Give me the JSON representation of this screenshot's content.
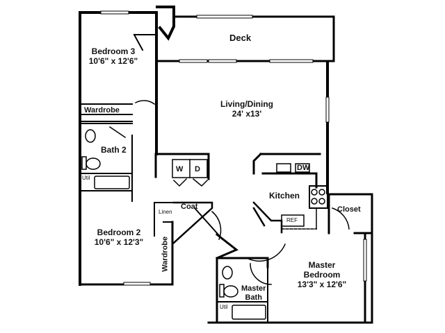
{
  "floor_plan": {
    "rooms": [
      {
        "id": "deck",
        "name": "Deck",
        "dimensions": ""
      },
      {
        "id": "bedroom3",
        "name": "Bedroom 3",
        "dimensions": "10'6\" x 12'6\""
      },
      {
        "id": "living",
        "name": "Living/Dining",
        "dimensions": "24' x13'"
      },
      {
        "id": "bath2",
        "name": "Bath 2",
        "dimensions": ""
      },
      {
        "id": "kitchen",
        "name": "Kitchen",
        "dimensions": ""
      },
      {
        "id": "bedroom2",
        "name": "Bedroom 2",
        "dimensions": "10'6\" x 12'3\""
      },
      {
        "id": "master",
        "name_line1": "Master",
        "name_line2": "Bedroom",
        "dimensions": "13'3\" x 12'6\""
      },
      {
        "id": "masterbath",
        "name_line1": "Master",
        "name_line2": "Bath"
      },
      {
        "id": "closet",
        "name": "Closet"
      },
      {
        "id": "coat",
        "name": "Coat"
      },
      {
        "id": "linen",
        "name": "Linen"
      }
    ],
    "fixtures": {
      "wardrobe_top": "Wardrobe",
      "wardrobe_side": "Wardrobe",
      "washer": "W",
      "dryer": "D",
      "dishwasher": "DW",
      "refrigerator": "REF",
      "util_bath2": "Util",
      "util_master": "Util"
    }
  }
}
